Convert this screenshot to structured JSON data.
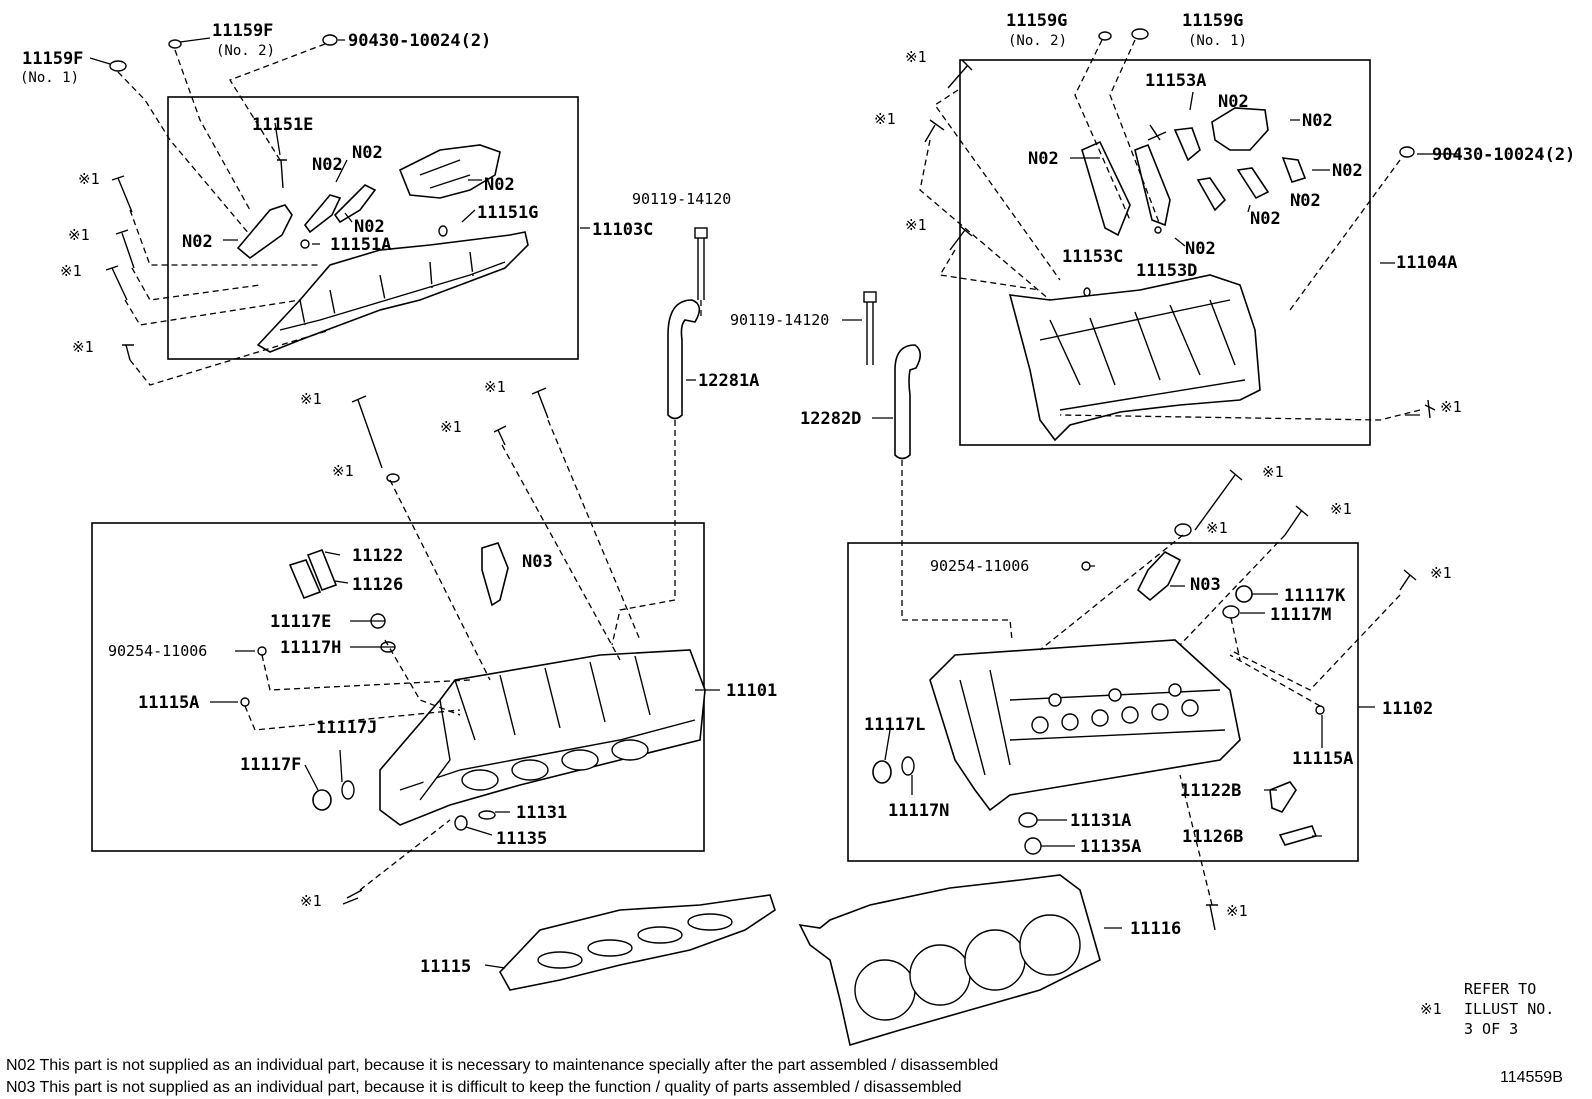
{
  "diagram": {
    "labels": {
      "l_11159F_1": "11159F",
      "l_11159F_1_sub": "(No. 1)",
      "l_11159F_2": "11159F",
      "l_11159F_2_sub": "(No. 2)",
      "l_90430_left": "90430-10024(2)",
      "l_11151E": "11151E",
      "l_N02_a": "N02",
      "l_N02_b": "N02",
      "l_N02_c": "N02",
      "l_N02_d": "N02",
      "l_N02_e": "N02",
      "l_11151G": "11151G",
      "l_11151A": "11151A",
      "l_11103C": "11103C",
      "l_90119_a": "90119-14120",
      "l_12281A": "12281A",
      "l_90119_b": "90119-14120",
      "l_12282D": "12282D",
      "l_11159G_2": "11159G",
      "l_11159G_2_sub": "(No. 2)",
      "l_11159G_1": "11159G",
      "l_11159G_1_sub": "(No. 1)",
      "l_11153A": "11153A",
      "l_N02_f": "N02",
      "l_N02_g": "N02",
      "l_N02_h": "N02",
      "l_N02_i": "N02",
      "l_N02_j": "N02",
      "l_N02_k": "N02",
      "l_N02_l": "N02",
      "l_90430_right": "90430-10024(2)",
      "l_11153C": "11153C",
      "l_11153D": "11153D",
      "l_11104A": "11104A",
      "l_11122": "11122",
      "l_11126": "11126",
      "l_N03_left": "N03",
      "l_11117E": "11117E",
      "l_11117H": "11117H",
      "l_90254_left": "90254-11006",
      "l_11115A_left": "11115A",
      "l_11101": "11101",
      "l_11117J": "11117J",
      "l_11117F": "11117F",
      "l_11131": "11131",
      "l_11135": "11135",
      "l_90254_right": "90254-11006",
      "l_N03_right": "N03",
      "l_11117K": "11117K",
      "l_11117M": "11117M",
      "l_11102": "11102",
      "l_11117L": "11117L",
      "l_11117N": "11117N",
      "l_11115A_right": "11115A",
      "l_11122B": "11122B",
      "l_11126B": "11126B",
      "l_11131A": "11131A",
      "l_11135A": "11135A",
      "l_11115": "11115",
      "l_11116": "11116"
    },
    "ref_mark": "※1",
    "refer": {
      "line1": "REFER TO",
      "line2": "ILLUST NO.",
      "line3": "3 OF 3",
      "mark": "※1"
    },
    "notes": {
      "n02": "N02  This part is not supplied as an individual part, because it is necessary to maintenance specially after the part assembled / disassembled",
      "n03": "N03  This part is not supplied as an individual part, because it is difficult to keep the function / quality of parts  assembled / disassembled"
    },
    "illustration_id": "114559B"
  }
}
